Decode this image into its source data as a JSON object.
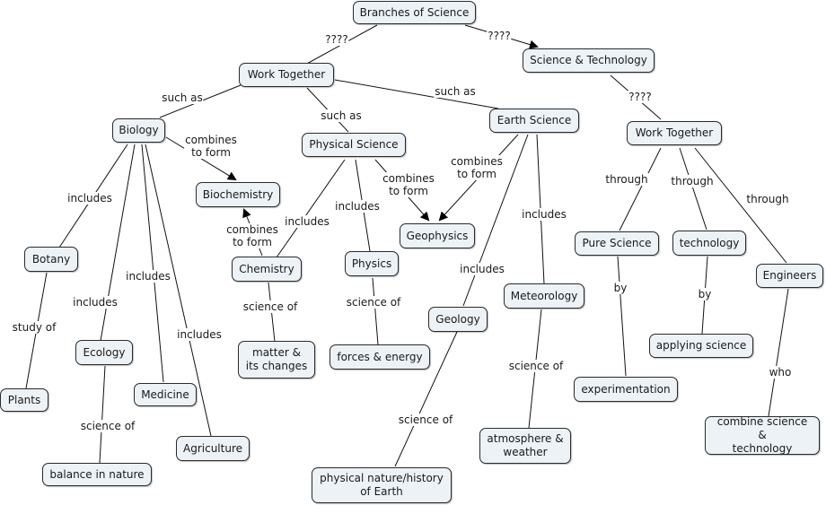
{
  "title": "Branches of Science",
  "nodes": {
    "branches": "Branches of Science",
    "sci_tech": "Science & Technology",
    "work_together_left": "Work Together",
    "work_together_right": "Work Together",
    "biology": "Biology",
    "physical_science": "Physical Science",
    "earth_science": "Earth Science",
    "biochemistry": "Biochemistry",
    "geophysics": "Geophysics",
    "chemistry": "Chemistry",
    "physics": "Physics",
    "botany": "Botany",
    "ecology": "Ecology",
    "medicine": "Medicine",
    "agriculture": "Agriculture",
    "plants": "Plants",
    "balance": "balance in nature",
    "matter": "matter &\nits changes",
    "forces": "forces & energy",
    "geology": "Geology",
    "meteorology": "Meteorology",
    "physical_nature": "physical nature/history\nof Earth",
    "atmosphere": "atmosphere &\nweather",
    "pure_science": "Pure Science",
    "technology": "technology",
    "engineers": "Engineers",
    "experimentation": "experimentation",
    "applying": "applying science",
    "combine": "combine science &\ntechnology"
  },
  "links": {
    "q_left": "????",
    "q_right": "????",
    "q_st": "????",
    "such_as_bio": "such as",
    "such_as_phys": "such as",
    "such_as_earth": "such as",
    "bio_combines": "combines\nto form",
    "chem_combines": "combines\nto form",
    "phys_combines": "combines\nto form",
    "earth_combines": "combines\nto form",
    "bio_inc_botany": "includes",
    "bio_inc_ecology": "includes",
    "bio_inc_medicine": "includes",
    "bio_inc_agri": "includes",
    "botany_study": "study of",
    "ecology_sci": "science of",
    "phys_inc_chem": "includes",
    "phys_inc_physics": "includes",
    "chem_sci": "science of",
    "physics_sci": "science of",
    "earth_inc_geo": "includes",
    "earth_inc_met": "includes",
    "geo_sci": "science of",
    "met_sci": "science of",
    "through1": "through",
    "through2": "through",
    "through3": "through",
    "by1": "by",
    "by2": "by",
    "who": "who"
  }
}
